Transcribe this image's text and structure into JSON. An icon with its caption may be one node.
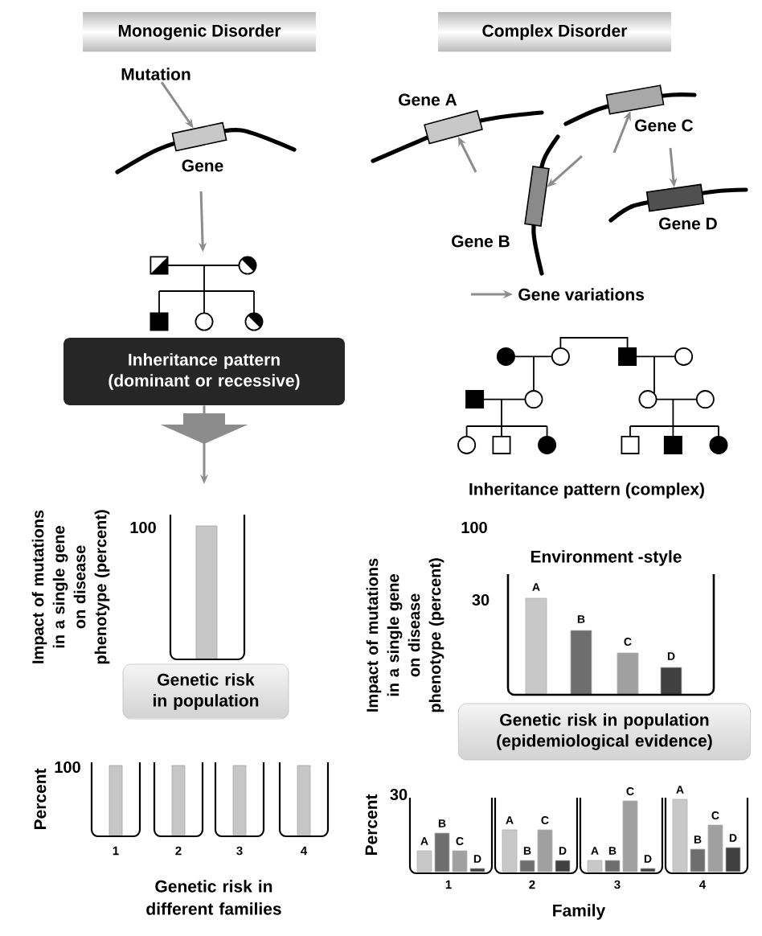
{
  "diagram": {
    "nodes": [
      {
        "text": [
          "Monogenic Disorder"
        ]
      },
      {
        "text": [
          "Complex Disorder"
        ]
      },
      {
        "text": [
          "Mutation"
        ]
      },
      {
        "text": [],
        "shape": "box",
        "beside": [
          "Gene"
        ]
      },
      {
        "text": [],
        "shape": "picture"
      },
      {
        "text": [
          "Inheritance pattern (dominant or recessive)"
        ]
      },
      {
        "text": [
          "Genetic risk in population"
        ]
      },
      {
        "text": [],
        "shape": "box",
        "beside": [
          "Gene A"
        ]
      },
      {
        "text": [],
        "shape": "box",
        "beside": [
          "Gene B"
        ]
      },
      {
        "text": [],
        "shape": "box",
        "beside": [
          "Gene C"
        ]
      },
      {
        "text": [],
        "shape": "box",
        "beside": [
          "Gene D"
        ]
      },
      {
        "text": [
          "Genetic risk in population (epidemiological evidence)"
        ]
      }
    ],
    "edges": [
      {
        "from": 2,
        "to": 3,
        "arrow": "to"
      },
      {
        "from": 3,
        "to": 4,
        "arrow": "to"
      },
      {
        "from": 5,
        "to": null,
        "arrow": "to"
      },
      {
        "from": null,
        "to": 7,
        "arrow": "to"
      },
      {
        "from": null,
        "to": 8,
        "arrow": "to"
      },
      {
        "from": null,
        "to": 9,
        "arrow": "to"
      },
      {
        "from": 9,
        "to": 10,
        "arrow": "to"
      }
    ],
    "labels": [
      "Impact of mutations in a single gene on disease phenotype (percent)",
      "100",
      "Percent",
      "100",
      "1",
      "2",
      "3",
      "4",
      "Genetic risk in different families",
      "Inheritance pattern (complex)",
      "Impact of mutations in a single gene on disease phenotype (percent)",
      "100",
      "Environment -style",
      "30",
      "A",
      "B",
      "C",
      "D",
      "Percent",
      "30",
      "A",
      "B",
      "C",
      "D",
      "A",
      "B",
      "C",
      "D",
      "A",
      "B",
      "C",
      "D",
      "A",
      "B",
      "C",
      "D",
      "1",
      "2",
      "3",
      "4",
      "Family"
    ],
    "legend": [
      {
        "text": "Gene variations"
      }
    ]
  }
}
